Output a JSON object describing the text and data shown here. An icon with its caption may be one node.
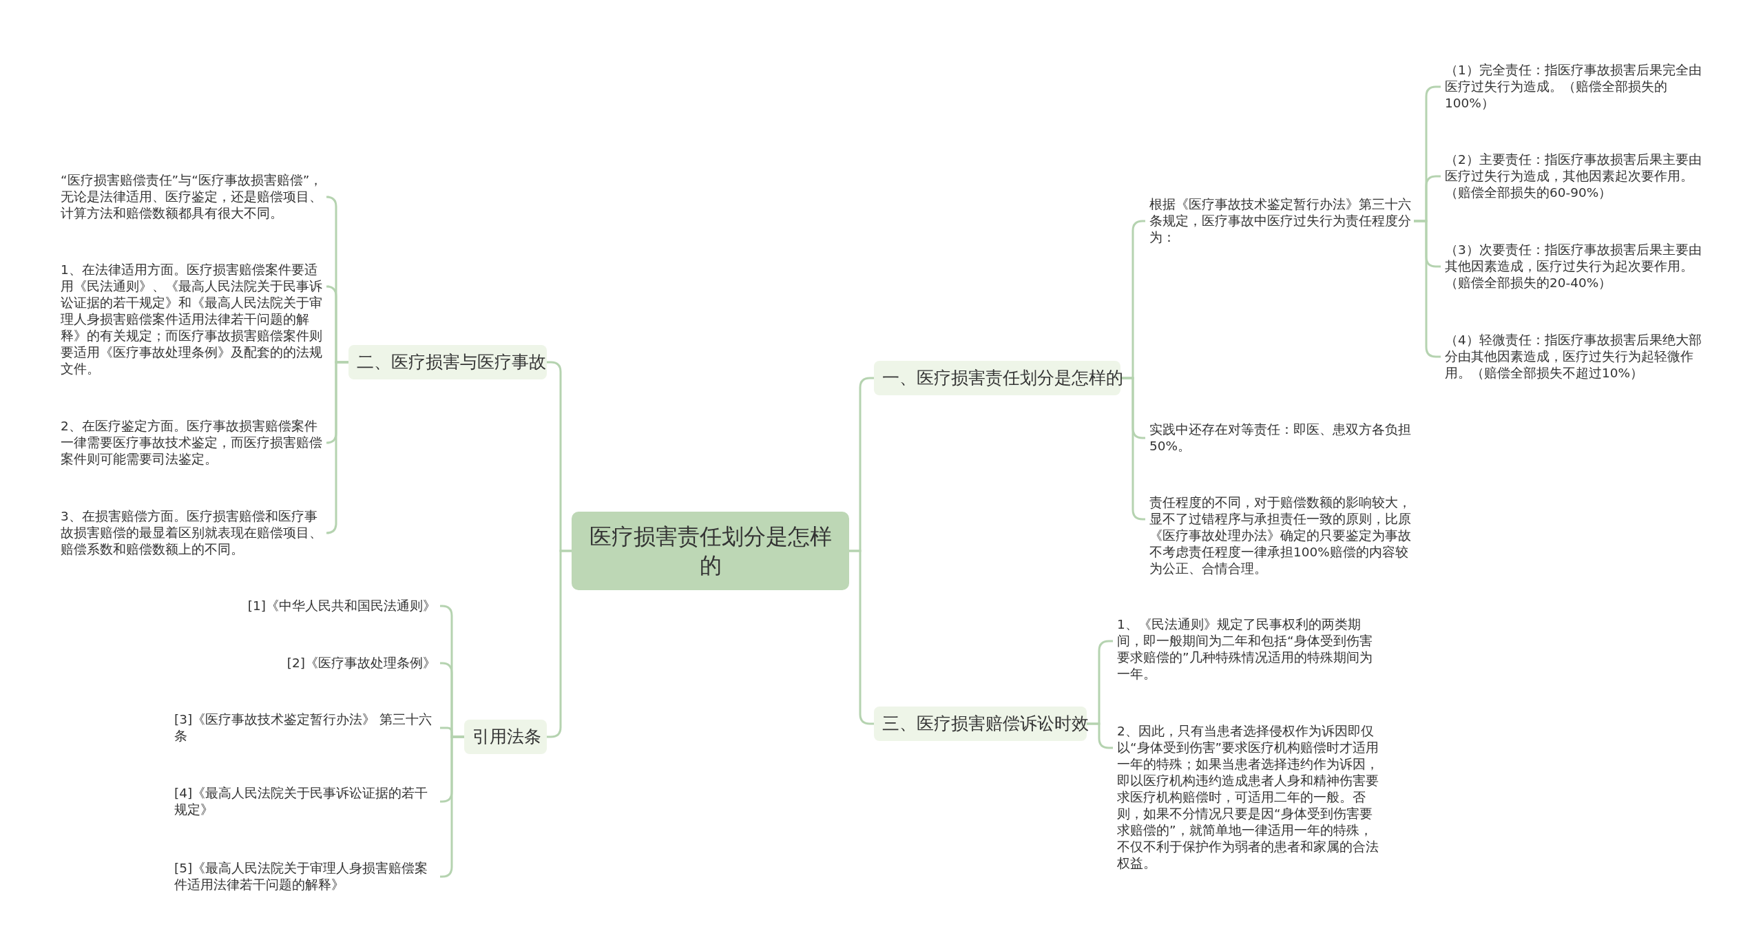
{
  "diagram": {
    "nodes": [
      {
        "text": [
          "医疗损害责任划分是怎样的"
        ]
      },
      {
        "text": [
          "一、医疗损害责任划分是怎样的"
        ]
      },
      {
        "text": [
          "根据《医疗事故技术鉴定暂行办法》第三十六条规定，医疗事故中医疗过失行为责任程度分为："
        ]
      },
      {
        "text": [
          "（1）完全责任：指医疗事故损害后果完全由医疗过失行为造成。（赔偿全部损失的100%）"
        ]
      },
      {
        "text": [
          "（2）主要责任：指医疗事故损害后果主要由医疗过失行为造成，其他因素起次要作用。（赔偿全部损失的60-90%）"
        ]
      },
      {
        "text": [
          "（3）次要责任：指医疗事故损害后果主要由其他因素造成，医疗过失行为起次要作用。（赔偿全部损失的20-40%）"
        ]
      },
      {
        "text": [
          "（4）轻微责任：指医疗事故损害后果绝大部分由其他因素造成，医疗过失行为起轻微作用。（赔偿全部损失不超过10%）"
        ]
      },
      {
        "text": [
          "实践中还存在对等责任：即医、患双方各负担50%。"
        ]
      },
      {
        "text": [
          "责任程度的不同，对于赔偿数额的影响较大，显不了过错程序与承担责任一致的原则，比原《医疗事故处理办法》确定的只要鉴定为事故不考虑责任程度一律承担100%赔偿的内容较为公正、合情合理。"
        ]
      },
      {
        "text": [
          "三、医疗损害赔偿诉讼时效"
        ]
      },
      {
        "text": [
          "1、《民法通则》规定了民事权利的两类期间，即一般期间为二年和包括“身体受到伤害要求赔偿的”几种特殊情况适用的特殊期间为一年。"
        ]
      },
      {
        "text": [
          "2、因此，只有当患者选择侵权作为诉因即仅以“身体受到伤害”要求医疗机构赔偿时才适用一年的特殊；如果当患者选择违约作为诉因，即以医疗机构违约造成患者人身和精神伤害要求医疗机构赔偿时，可适用二年的一般。否则，如果不分情况只要是因“身体受到伤害要求赔偿的”，就简单地一律适用一年的特殊，不仅不利于保护作为弱者的患者和家属的合法权益。"
        ]
      },
      {
        "text": [
          "二、医疗损害与医疗事故"
        ]
      },
      {
        "text": [
          "“医疗损害赔偿责任”与“医疗事故损害赔偿”，无论是法律适用、医疗鉴定，还是赔偿项目、计算方法和赔偿数额都具有很大不同。"
        ]
      },
      {
        "text": [
          "1、在法律适用方面。医疗损害赔偿案件要适用《民法通则》、《最高人民法院关于民事诉讼证据的若干规定》和《最高人民法院关于审理人身损害赔偿案件适用法律若干问题的解释》的有关规定；而医疗事故损害赔偿案件则要适用《医疗事故处理条例》及配套的的法规文件。"
        ]
      },
      {
        "text": [
          "2、在医疗鉴定方面。医疗事故损害赔偿案件一律需要医疗事故技术鉴定，而医疗损害赔偿案件则可能需要司法鉴定。"
        ]
      },
      {
        "text": [
          "3、在损害赔偿方面。医疗损害赔偿和医疗事故损害赔偿的最显着区别就表现在赔偿项目、赔偿系数和赔偿数额上的不同。"
        ]
      },
      {
        "text": [
          "引用法条"
        ]
      },
      {
        "text": [
          "[1]《中华人民共和国民法通则》"
        ]
      },
      {
        "text": [
          "[2]《医疗事故处理条例》"
        ]
      },
      {
        "text": [
          "[3]《医疗事故技术鉴定暂行办法》 第三十六条"
        ]
      },
      {
        "text": [
          "[4]《最高人民法院关于民事诉讼证据的若干规定》"
        ]
      },
      {
        "text": [
          "[5]《最高人民法院关于审理人身损害赔偿案件适用法律若干问题的解释》"
        ]
      }
    ],
    "edges": [
      {
        "from": 0,
        "to": 1,
        "arrow": "none"
      },
      {
        "from": 1,
        "to": 2,
        "arrow": "none"
      },
      {
        "from": 2,
        "to": 3,
        "arrow": "none"
      },
      {
        "from": 2,
        "to": 4,
        "arrow": "none"
      },
      {
        "from": 2,
        "to": 5,
        "arrow": "none"
      },
      {
        "from": 2,
        "to": 6,
        "arrow": "none"
      },
      {
        "from": 1,
        "to": 7,
        "arrow": "none"
      },
      {
        "from": 1,
        "to": 8,
        "arrow": "none"
      },
      {
        "from": 0,
        "to": 9,
        "arrow": "none"
      },
      {
        "from": 9,
        "to": 10,
        "arrow": "none"
      },
      {
        "from": 9,
        "to": 11,
        "arrow": "none"
      },
      {
        "from": 0,
        "to": 12,
        "arrow": "none"
      },
      {
        "from": 12,
        "to": 13,
        "arrow": "none"
      },
      {
        "from": 12,
        "to": 14,
        "arrow": "none"
      },
      {
        "from": 12,
        "to": 15,
        "arrow": "none"
      },
      {
        "from": 12,
        "to": 16,
        "arrow": "none"
      },
      {
        "from": 0,
        "to": 17,
        "arrow": "none"
      },
      {
        "from": 17,
        "to": 18,
        "arrow": "none"
      },
      {
        "from": 17,
        "to": 19,
        "arrow": "none"
      },
      {
        "from": 17,
        "to": 20,
        "arrow": "none"
      },
      {
        "from": 17,
        "to": 21,
        "arrow": "none"
      },
      {
        "from": 17,
        "to": 22,
        "arrow": "none"
      }
    ]
  }
}
